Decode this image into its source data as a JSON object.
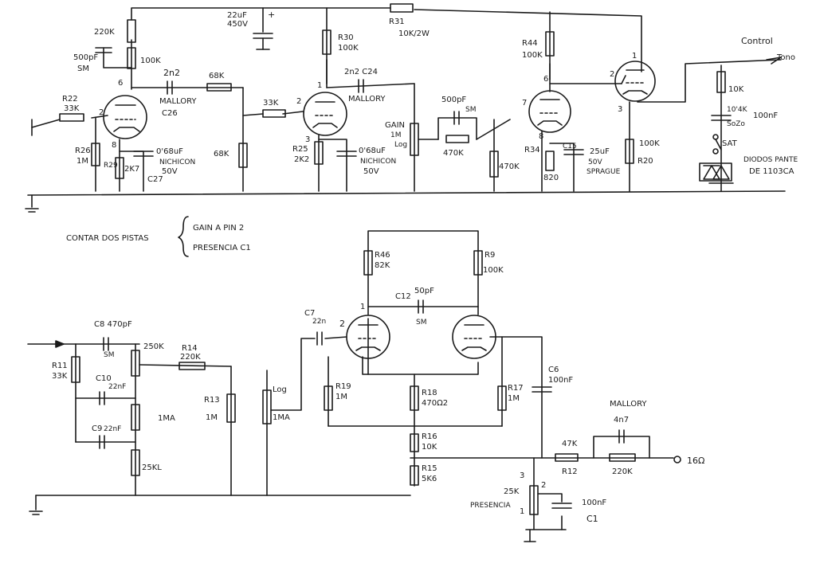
{
  "top": {
    "r_220k": "220K",
    "c_22uf": "22uF",
    "c_22uf_v": "450V",
    "plus": "+",
    "r31": "R31",
    "r31_val": "10K/2W",
    "c_500pf_a": "500pF",
    "c_500pf_a_type": "SM",
    "r_100k_a": "100K",
    "pin6_a": "6",
    "c_2n2_a": "2n2",
    "c_2n2_a_brand": "MALLORY",
    "c26": "C26",
    "r_68k_a": "68K",
    "r22": "R22",
    "r22_val": "33K",
    "pin2_a": "2",
    "pin8": "8",
    "r26": "R26",
    "r26_val": "1M",
    "r29": "R29",
    "r29_val": "2K7",
    "c27": "C27",
    "c_068_a": "0'68uF",
    "c_068_a_brand": "NICHICON",
    "c_068_a_v": "50V",
    "r_68k_b": "68K",
    "r_33k_b": "33K",
    "r30": "R30",
    "r30_val": "100K",
    "pin1_b": "1",
    "c_2n2_b": "2n2 C24",
    "c_2n2_b_brand": "MALLORY",
    "pin2_b": "2",
    "pin3_b": "3",
    "r25": "R25",
    "r25_val": "2K2",
    "c_068_b": "0'68uF",
    "c_068_b_brand": "NICHICON",
    "c_068_b_v": "50V",
    "gain": "GAIN",
    "gain_val": "1M",
    "gain_taper": "Log",
    "c_500pf_b": "500pF",
    "c_500pf_b_type": "SM",
    "r_470k_a": "470K",
    "r_470k_b": "470K",
    "r44": "R44",
    "r44_val": "100K",
    "pin6_c": "6",
    "pin7_c": "7",
    "pin8_c": "8",
    "r34": "R34",
    "r34_val": "820",
    "c15": "C15",
    "c15_val": "25uF",
    "c15_v": "50V",
    "c15_brand": "SPRAGUE",
    "pin1_d": "1",
    "pin2_d": "2",
    "pin3_d": "3",
    "r20": "R20",
    "r20_val": "100K",
    "control": "Control",
    "tono": "Tono",
    "r_10k": "10K",
    "r_10k2": "10'4K",
    "c_100nf_t": "100nF",
    "sz": "SoZo",
    "sat": "SAT",
    "diodos": "DIODOS PANTE",
    "diodos2": "DE 1103CA"
  },
  "notes": {
    "contar": "CONTAR DOS PISTAS",
    "gain_pin": "GAIN A PIN 2",
    "presencia_c1": "PRESENCIA C1"
  },
  "bottom": {
    "c8": "C8 470pF",
    "c8_type": "SM",
    "r_250k": "250K",
    "r14": "R14",
    "r14_val": "220K",
    "r11": "R11",
    "r11_val": "33K",
    "c10": "C10",
    "c10_val": "22nF",
    "c9": "C9",
    "c9_val": "22nF",
    "r_1ma": "1MA",
    "r_25kl": "25KL",
    "r13": "R13",
    "r13_val": "1M",
    "pot_log": "Log",
    "pot_1ma": "1MA",
    "c7": "C7",
    "c7_val": "22n",
    "pin2_e": "2",
    "pin1_e": "1",
    "r46": "R46",
    "r46_val": "82K",
    "r9": "R9",
    "r9_val": "100K",
    "c12": "C12",
    "c12_val": "50pF",
    "c12_type": "SM",
    "r19": "R19",
    "r19_val": "1M",
    "r18": "R18",
    "r18_val": "470Ω2",
    "r17": "R17",
    "r17_val": "1M",
    "c6": "C6",
    "c6_val": "100nF",
    "r16": "R16",
    "r16_val": "10K",
    "r15": "R15",
    "r15_val": "5K6",
    "pin3_p": "3",
    "pin2_p": "2",
    "pin1_p": "1",
    "pot_25k": "25K",
    "presencia": "PRESENCIA",
    "c1_val": "100nF",
    "c1": "C1",
    "mallory": "MALLORY",
    "c_4n7": "4n7",
    "r_47k": "47K",
    "r12": "R12",
    "r_220k_o": "220K",
    "out": "16Ω"
  }
}
